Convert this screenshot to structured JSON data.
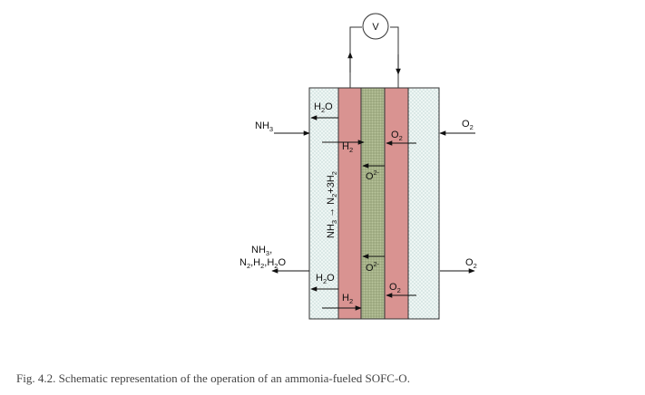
{
  "diagram": {
    "voltmeter_label": "V",
    "left_inlet": "NH3",
    "left_outlet": [
      "NH3,",
      "N2,H2,H2O"
    ],
    "right_inlet": "O2",
    "right_outlet": "O2",
    "reaction": "NH3 → N2+3H2",
    "anode_top_product": "H2O",
    "anode_bottom_product": "H2O",
    "h2_top": "H2",
    "h2_bottom": "H2",
    "ion_top": "O2-",
    "ion_bottom": "O2-",
    "o2_cathode_top": "O2",
    "o2_cathode_bottom": "O2",
    "colors": {
      "anode": "#d99391",
      "cathode": "#d99391",
      "electrolyte": "#a7b38b",
      "gas_channel": "#e9f3f1",
      "stroke": "#333333"
    }
  },
  "caption": "Fig. 4.2. Schematic representation of the operation of an ammonia-fueled SOFC-O."
}
